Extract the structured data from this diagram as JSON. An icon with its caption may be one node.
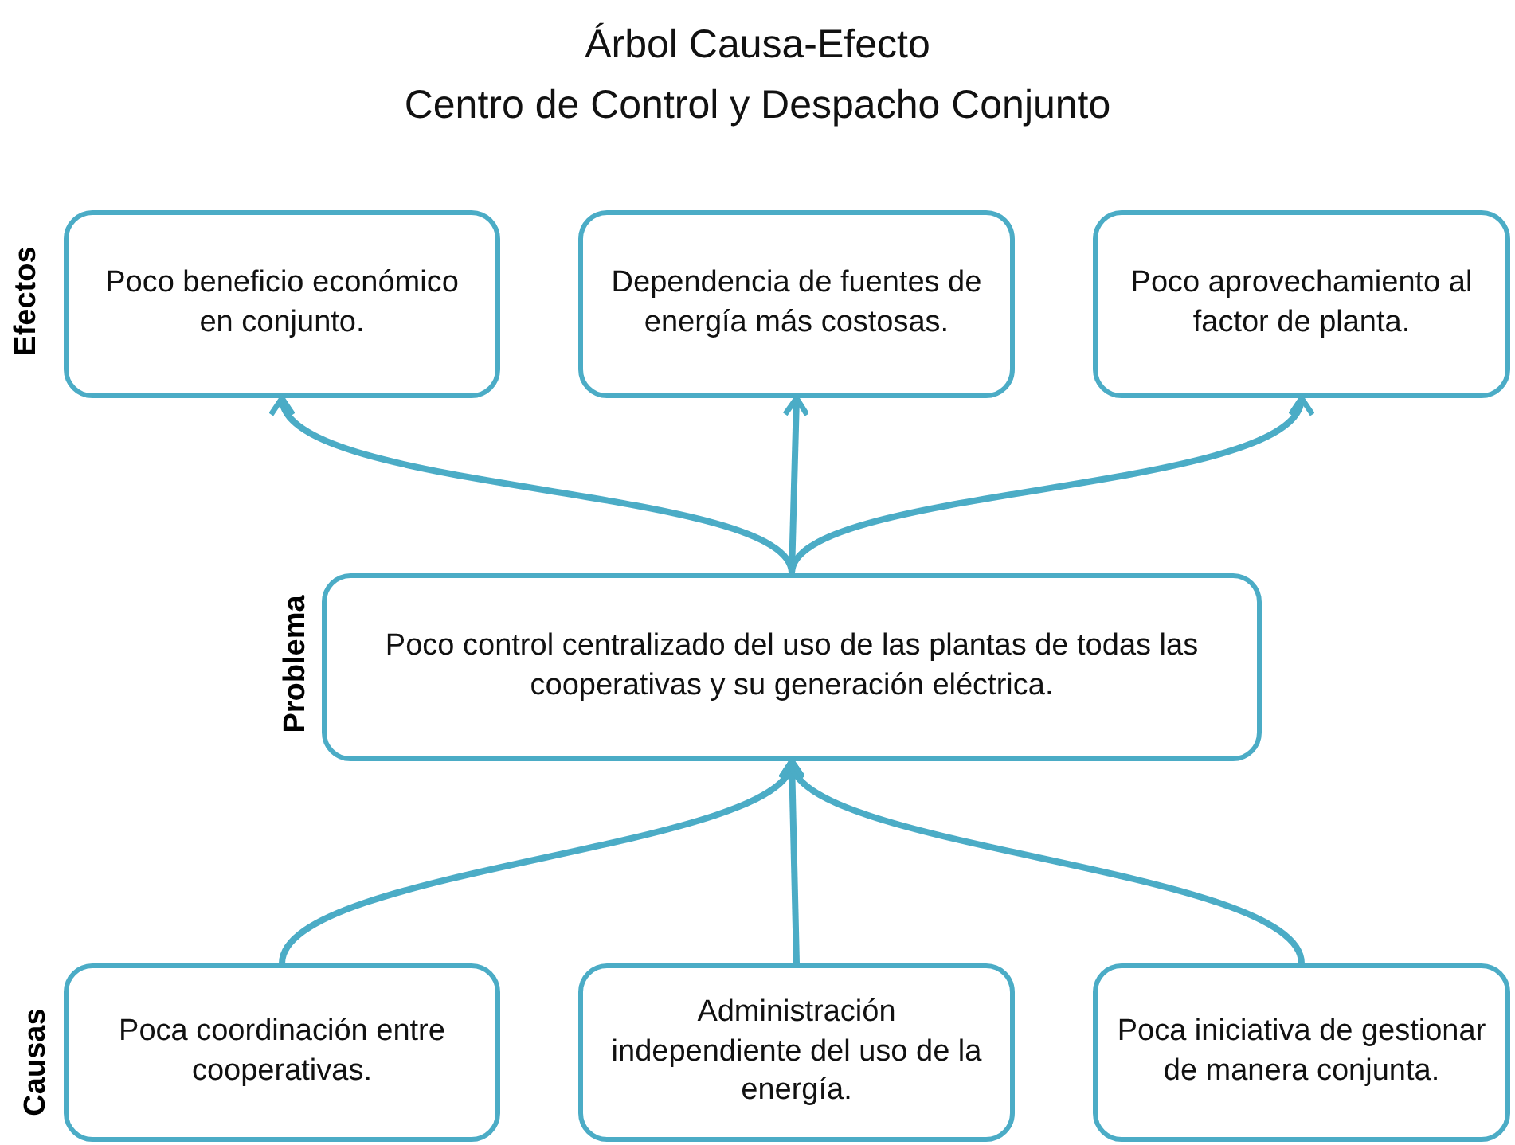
{
  "diagram": {
    "title": "Árbol Causa-Efecto",
    "nodes": [
      {
        "text": [
          "Poco beneficio económico en conjunto."
        ]
      },
      {
        "text": [
          "Dependencia de fuentes de energía más costosas."
        ]
      },
      {
        "text": [
          "Poco aprovechamiento al factor de planta."
        ]
      },
      {
        "text": [
          "Poco control centralizado del uso de las plantas de todas las cooperativas y su generación eléctrica."
        ]
      },
      {
        "text": [
          "Poca coordinación entre cooperativas."
        ]
      },
      {
        "text": [
          "Administración independiente del uso de la energía."
        ]
      },
      {
        "text": [
          "Poca iniciativa de gestionar de manera conjunta."
        ]
      }
    ],
    "edges": [
      {
        "from": 3,
        "to": 0,
        "arrow": "to"
      },
      {
        "from": 3,
        "to": 1,
        "arrow": "to"
      },
      {
        "from": 3,
        "to": 2,
        "arrow": "to"
      },
      {
        "from": 4,
        "to": 3,
        "arrow": "to"
      },
      {
        "from": 5,
        "to": 3,
        "arrow": "to"
      },
      {
        "from": 6,
        "to": 3,
        "arrow": "to"
      }
    ],
    "labels": [
      "Centro de Control y Despacho Conjunto",
      "Efectos",
      "Problema",
      "Causas"
    ]
  }
}
